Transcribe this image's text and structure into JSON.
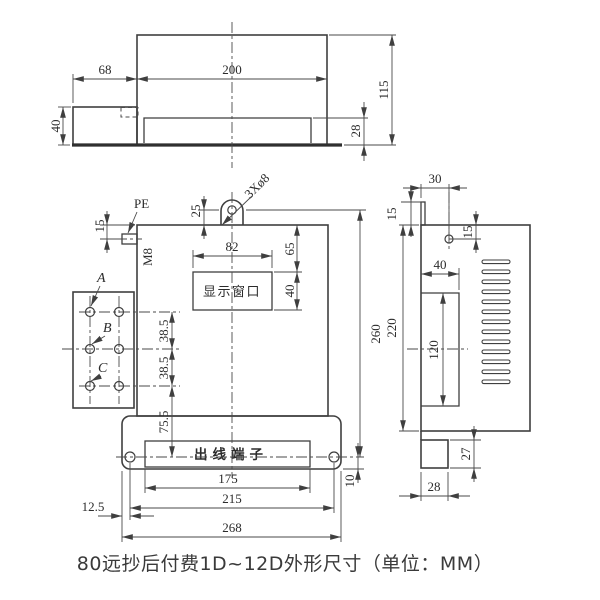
{
  "caption": "80远抄后付费1D~12D外形尺寸（单位：MM）",
  "colors": {
    "line": "#3f3f3f",
    "text": "#2b2b2b",
    "background": "#ffffff"
  },
  "top_view": {
    "dims": {
      "left_section_width": "68",
      "body_width": "200",
      "total_depth": "115",
      "left_section_depth": "40",
      "base_depth": "28"
    }
  },
  "front_view": {
    "labels": {
      "earth_stud": "PE",
      "stud_thread": "M8",
      "mounting_holes": "3Xø8",
      "display_window": "显示窗口",
      "outlet_terminal": "出线端子",
      "phase_a": "A",
      "phase_b": "B",
      "phase_c": "C"
    },
    "dims": {
      "stud_center_offset": "15",
      "ear_hole_offset": "25",
      "window_width": "82",
      "window_top_offset": "65",
      "window_height": "40",
      "hole_row_gap_1": "38.5",
      "hole_row_gap_2": "38.5",
      "row_to_flange_holes": "75.5",
      "mounting_hole_span_vertical": "260",
      "flange_hole_to_bottom": "10",
      "terminal_cover_width": "175",
      "mounting_hole_span_horizontal": "215",
      "overall_width": "268",
      "flange_edge_to_hole": "12.5"
    }
  },
  "side_view": {
    "dims": {
      "hole_from_left": "30",
      "tab_height": "15",
      "hole_from_top": "15",
      "recess_width": "40",
      "overall_depth": "220",
      "recess_height": "120",
      "foot_height": "27",
      "foot_width": "28"
    }
  }
}
